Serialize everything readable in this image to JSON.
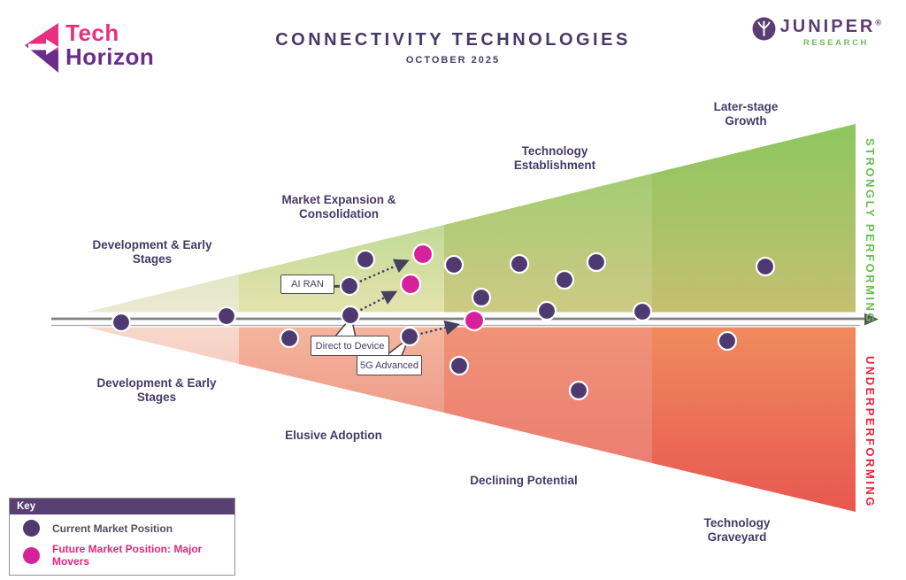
{
  "header": {
    "logo_word1": "Tech",
    "logo_word2": "Horizon",
    "title": "CONNECTIVITY TECHNOLOGIES",
    "subtitle": "OCTOBER 2025",
    "brand_name": "JUNIPER",
    "brand_reg": "®",
    "brand_sub": "RESEARCH"
  },
  "side_labels": {
    "top": "STRONGLY PERFORMING",
    "bottom": "UNDERPERFORMING"
  },
  "stages": {
    "top": [
      "Development & Early Stages",
      "Market Expansion & Consolidation",
      "Technology Establishment",
      "Later-stage Growth"
    ],
    "bottom": [
      "Development & Early Stages",
      "Elusive Adoption",
      "Declining Potential",
      "Technology Graveyard"
    ]
  },
  "key": {
    "title": "Key",
    "items": [
      {
        "label": "Current Market Position",
        "color": "#4e3a71",
        "text_color": "#515061"
      },
      {
        "label": "Future Market Position: Major Movers",
        "color": "#d6219c",
        "text_color": "#e6257c"
      }
    ]
  },
  "colors": {
    "brand_pink": "#e73180",
    "brand_purple": "#6a2d8e",
    "heading_purple": "#463a68",
    "juniper_purple": "#5c3d73",
    "juniper_green": "#74b860",
    "strongly_green": "#67bf4e",
    "under_red": "#e9203d",
    "axis_gray": "#808084",
    "arrow_dark": "#45405f"
  },
  "funnel": {
    "top_bands": [
      {
        "outer": "#e0e7c6",
        "near_axis": "#eeead4"
      },
      {
        "outer": "#c2da96",
        "near_axis": "#e7e3b0"
      },
      {
        "outer": "#a4cc72",
        "near_axis": "#d0c985"
      },
      {
        "outer": "#8cc75e",
        "near_axis": "#c8bf72"
      }
    ],
    "bottom_bands": [
      {
        "near_axis": "#f6dccd",
        "outer": "#f5cdc1"
      },
      {
        "near_axis": "#f5b79f",
        "outer": "#ee9d8a"
      },
      {
        "near_axis": "#f09478",
        "outer": "#eb7e71"
      },
      {
        "near_axis": "#f08d5e",
        "outer": "#e85750"
      }
    ]
  },
  "chart_data": {
    "type": "scatter",
    "title": "CONNECTIVITY TECHNOLOGIES",
    "subtitle": "OCTOBER 2025",
    "units": "page pixels on 1024x655 canvas; horizontal axis line at y=361; right of axis = later stage; above axis = strongly performing, below = underperforming",
    "axes": {
      "horizontal_stages_top": [
        "Development & Early Stages",
        "Market Expansion & Consolidation",
        "Technology Establishment",
        "Later-stage Growth"
      ],
      "horizontal_stages_bottom": [
        "Development & Early Stages",
        "Elusive Adoption",
        "Declining Potential",
        "Technology Graveyard"
      ],
      "vertical_above": "STRONGLY PERFORMING",
      "vertical_below": "UNDERPERFORMING",
      "stage_boundaries_x": [
        62,
        270,
        502,
        737,
        967
      ]
    },
    "series": [
      {
        "name": "Current Market Position",
        "color": "#4e3a71",
        "radius": 10,
        "points": [
          [
            137,
            364
          ],
          [
            256,
            357
          ],
          [
            327,
            382
          ],
          [
            413,
            293
          ],
          [
            395,
            323
          ],
          [
            396,
            356
          ],
          [
            463,
            380
          ],
          [
            513,
            299
          ],
          [
            544,
            336
          ],
          [
            587,
            298
          ],
          [
            618,
            351
          ],
          [
            638,
            316
          ],
          [
            674,
            296
          ],
          [
            726,
            352
          ],
          [
            519,
            413
          ],
          [
            654,
            441
          ],
          [
            822,
            385
          ],
          [
            865,
            301
          ]
        ]
      },
      {
        "name": "Future Market Position: Major Movers",
        "color": "#d6219c",
        "radius": 11,
        "points": [
          [
            478,
            287
          ],
          [
            464,
            321
          ],
          [
            536,
            362
          ]
        ]
      }
    ],
    "movers": [
      {
        "label": "AI RAN",
        "from": [
          395,
          323
        ],
        "to": [
          478,
          287
        ]
      },
      {
        "label": "Direct to Device",
        "from": [
          396,
          356
        ],
        "to": [
          464,
          321
        ]
      },
      {
        "label": "5G Advanced",
        "from": [
          463,
          380
        ],
        "to": [
          536,
          362
        ]
      }
    ]
  }
}
